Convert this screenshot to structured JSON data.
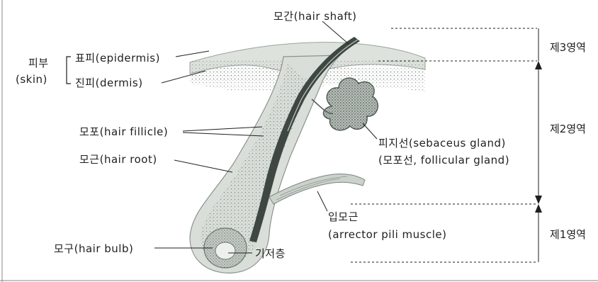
{
  "labels": {
    "hair_shaft": "모간(hair shaft)",
    "skin_group": "피부",
    "skin_group_en": "(skin)",
    "epidermis": "표피(epidermis)",
    "dermis": "진피(dermis)",
    "hair_follicle": "모포(hair fillicle)",
    "hair_root": "모근(hair root)",
    "hair_bulb": "모구(hair bulb)",
    "basal_layer": "기저층",
    "sebaceous_gland": "피지선(sebaceus gland)",
    "follicular_gland": "(모포선, follicular gland)",
    "arrector_ko": "입모근",
    "arrector_en": "(arrector pili muscle)"
  },
  "zones": {
    "zone3": "제3영역",
    "zone2": "제2영역",
    "zone1": "제1영역"
  },
  "colors": {
    "line": "#1f1f1f",
    "tissue": "#d4d9d4",
    "tissue_dark": "#9aa39c",
    "dot": "#5f6a63"
  }
}
